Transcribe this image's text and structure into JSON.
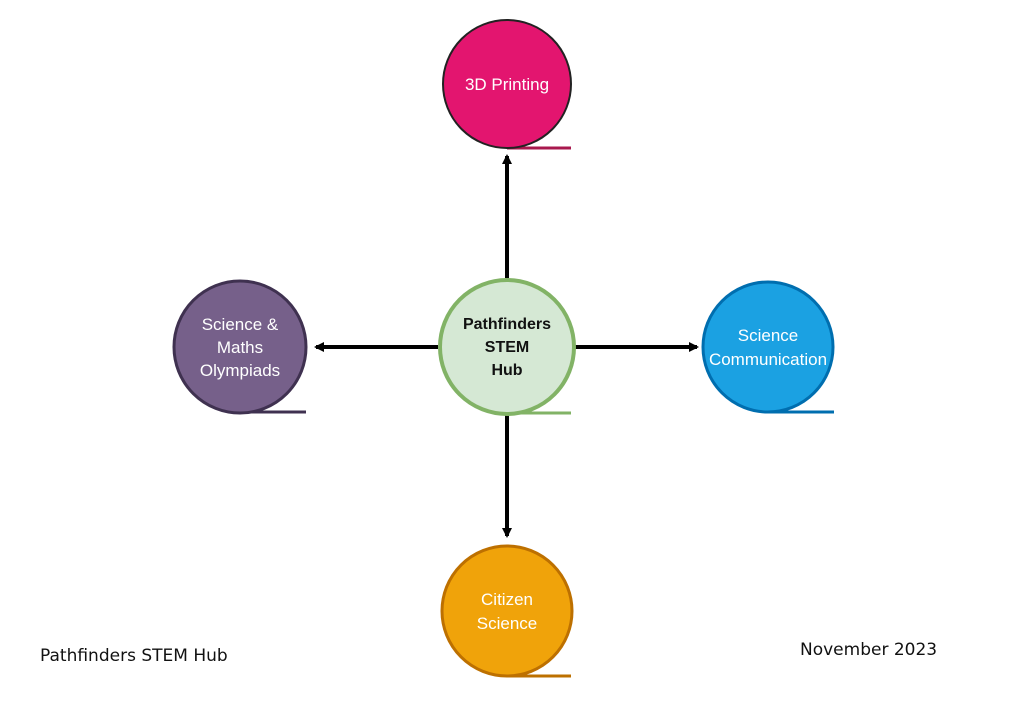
{
  "hub": {
    "lines": [
      "Pathfinders",
      "STEM",
      "Hub"
    ],
    "fill": "#d5e8d4",
    "stroke": "#82b366"
  },
  "nodes": {
    "top": {
      "lines": [
        "3D Printing"
      ],
      "fill": "#e3156f",
      "stroke": "#222222",
      "underline": "#a8184e"
    },
    "left": {
      "lines": [
        "Science &",
        "Maths",
        "Olympiads"
      ],
      "fill": "#76608a",
      "stroke": "#3f3150",
      "underline": "#3f3150"
    },
    "right": {
      "lines": [
        "Science",
        "Communication"
      ],
      "fill": "#1ba1e2",
      "stroke": "#006eaf",
      "underline": "#006eaf"
    },
    "bottom": {
      "lines": [
        "Citizen",
        "Science"
      ],
      "fill": "#f0a30a",
      "stroke": "#bd7000",
      "underline": "#bd7000"
    }
  },
  "footer": {
    "left": "Pathfinders STEM Hub",
    "right": "November 2023"
  },
  "arrow_color": "#000000"
}
